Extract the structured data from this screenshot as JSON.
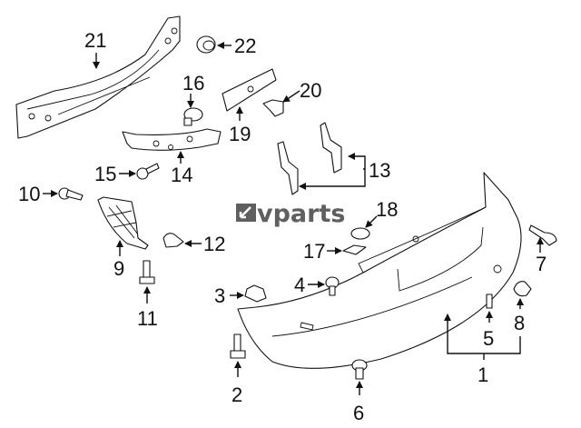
{
  "diagram": {
    "title": "Rear Bumper Components Exploded View",
    "watermark": {
      "brand": "vparts",
      "color": "#5f5f5f"
    },
    "callouts": [
      {
        "id": "1",
        "label": "1",
        "part": "bumper-cover"
      },
      {
        "id": "2",
        "label": "2",
        "part": "bolt"
      },
      {
        "id": "3",
        "label": "3",
        "part": "clip"
      },
      {
        "id": "4",
        "label": "4",
        "part": "push-pin"
      },
      {
        "id": "5",
        "label": "5",
        "part": "label"
      },
      {
        "id": "6",
        "label": "6",
        "part": "retainer"
      },
      {
        "id": "7",
        "label": "7",
        "part": "side-bolt"
      },
      {
        "id": "8",
        "label": "8",
        "part": "sensor-holder"
      },
      {
        "id": "9",
        "label": "9",
        "part": "side-bracket"
      },
      {
        "id": "10",
        "label": "10",
        "part": "bolt"
      },
      {
        "id": "11",
        "label": "11",
        "part": "bolt"
      },
      {
        "id": "12",
        "label": "12",
        "part": "nut-clip"
      },
      {
        "id": "13",
        "label": "13",
        "part": "side-supports"
      },
      {
        "id": "14",
        "label": "14",
        "part": "energy-absorber"
      },
      {
        "id": "15",
        "label": "15",
        "part": "bolt"
      },
      {
        "id": "16",
        "label": "16",
        "part": "grommet"
      },
      {
        "id": "17",
        "label": "17",
        "part": "reflector-pad"
      },
      {
        "id": "18",
        "label": "18",
        "part": "cap"
      },
      {
        "id": "19",
        "label": "19",
        "part": "license-bracket"
      },
      {
        "id": "20",
        "label": "20",
        "part": "retainer-clip"
      },
      {
        "id": "21",
        "label": "21",
        "part": "reinforcement-bar"
      },
      {
        "id": "22",
        "label": "22",
        "part": "nut"
      }
    ]
  }
}
